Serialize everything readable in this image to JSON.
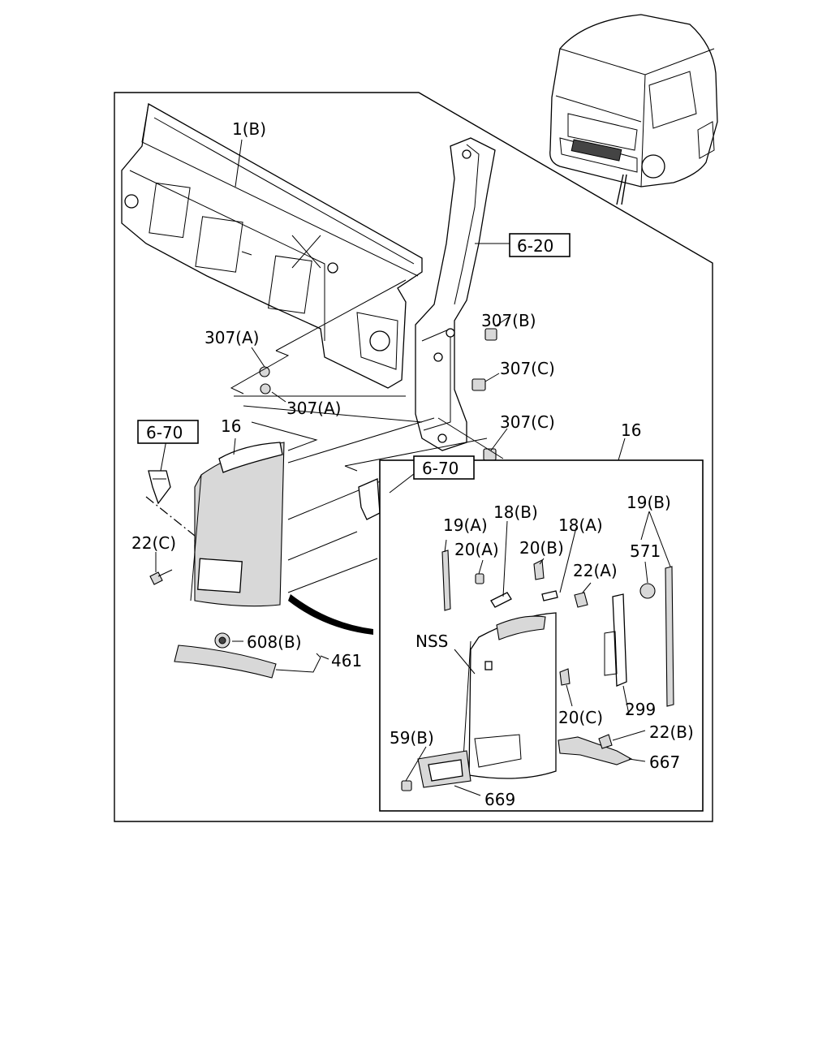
{
  "labels": {
    "p1b": "1(B)",
    "p6_20": "6-20",
    "p307b": "307(B)",
    "p307a_top": "307(A)",
    "p307c_top": "307(C)",
    "p307a_bot": "307(A)",
    "p307c_bot": "307(C)",
    "p6_70_left": "6-70",
    "p16_left": "16",
    "p6_70_mid": "6-70",
    "p16_right": "16",
    "p22c": "22(C)",
    "p608b": "608(B)",
    "p461": "461",
    "p19a": "19(A)",
    "p18b": "18(B)",
    "p18a": "18(A)",
    "p19b": "19(B)",
    "p20a": "20(A)",
    "p20b": "20(B)",
    "p22a": "22(A)",
    "p571": "571",
    "pnss": "NSS",
    "p299": "299",
    "p20c": "20(C)",
    "p59b": "59(B)",
    "p22b": "22(B)",
    "p667": "667",
    "p669": "669"
  }
}
